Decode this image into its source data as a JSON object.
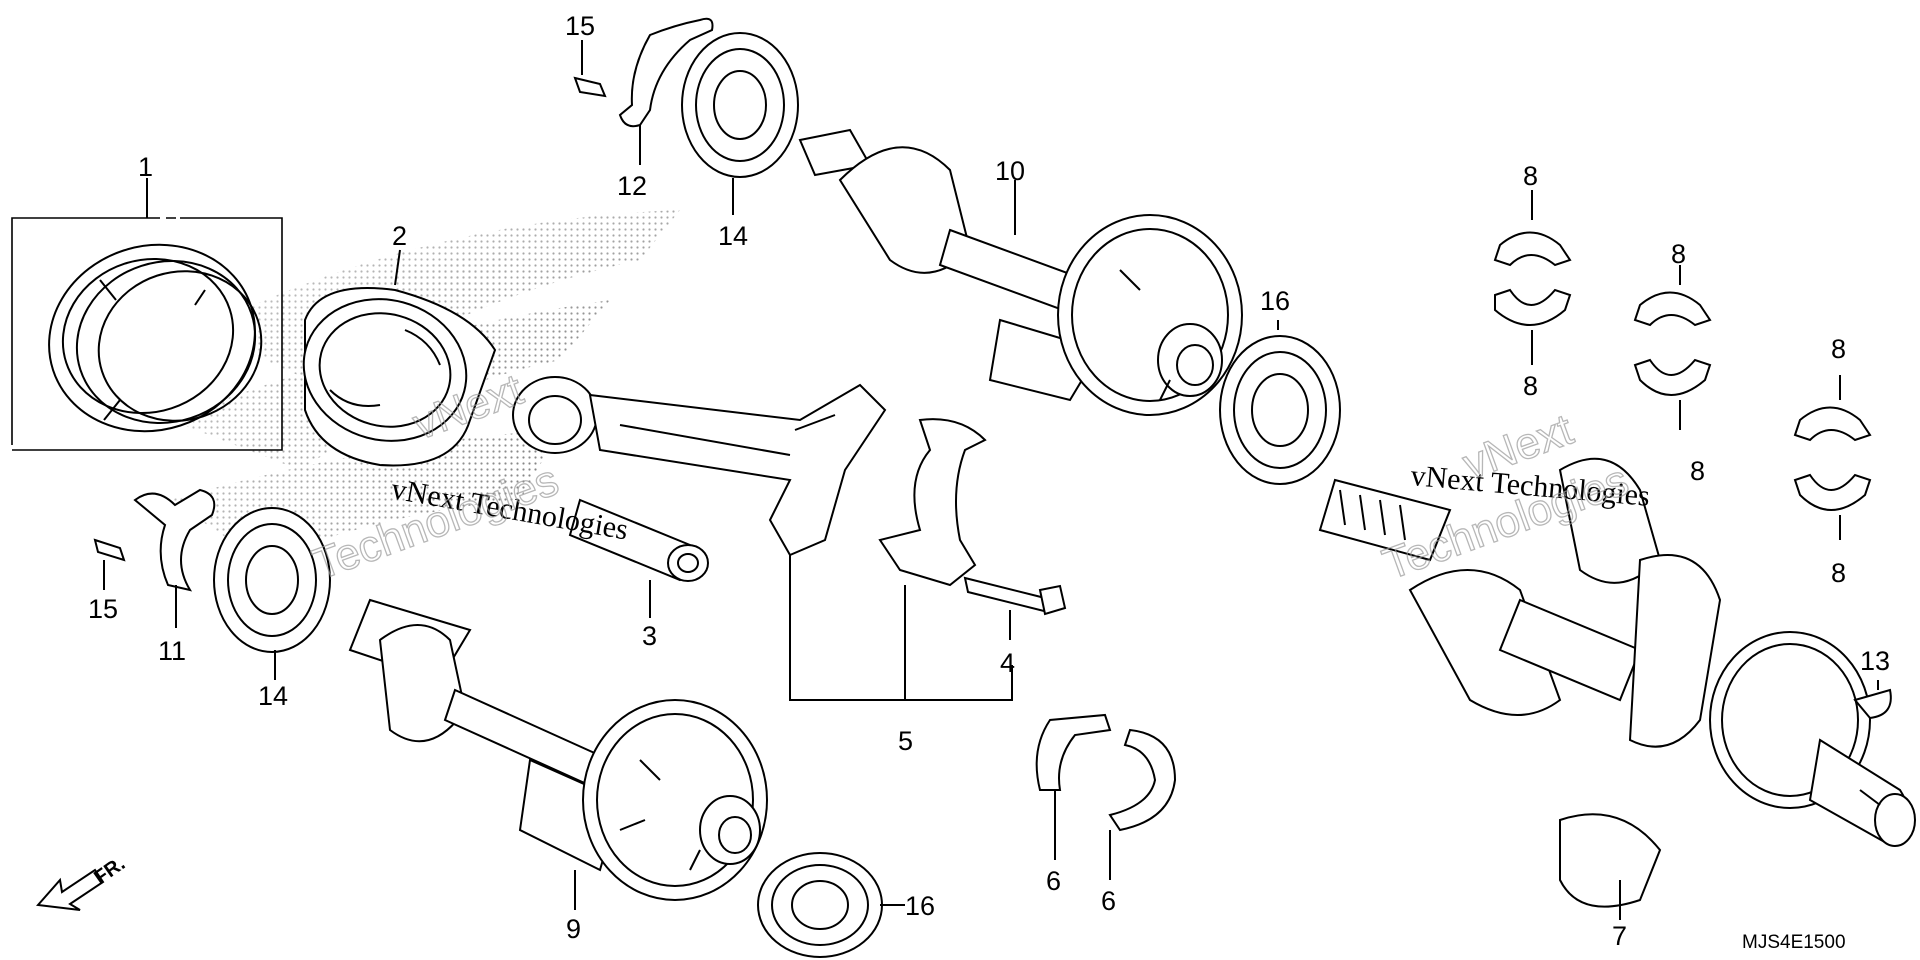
{
  "callouts": {
    "c1": "1",
    "c2": "2",
    "c3": "3",
    "c4": "4",
    "c5": "5",
    "c6a": "6",
    "c6b": "6",
    "c7": "7",
    "c8a": "8",
    "c8b": "8",
    "c8c": "8",
    "c8d": "8",
    "c8e": "8",
    "c8f": "8",
    "c9": "9",
    "c10": "10",
    "c11": "11",
    "c12": "12",
    "c13": "13",
    "c14a": "14",
    "c14b": "14",
    "c15a": "15",
    "c15b": "15",
    "c16a": "16",
    "c16b": "16"
  },
  "diagram_code": "MJS4E1500",
  "front_arrow_label": "FR.",
  "watermark": {
    "text_a": "vNext Technologies",
    "text_b": "vNext Technologies",
    "big_a": "vNext",
    "big_b": "Technologies",
    "big_c": "vNext",
    "big_d": "Technologies"
  }
}
